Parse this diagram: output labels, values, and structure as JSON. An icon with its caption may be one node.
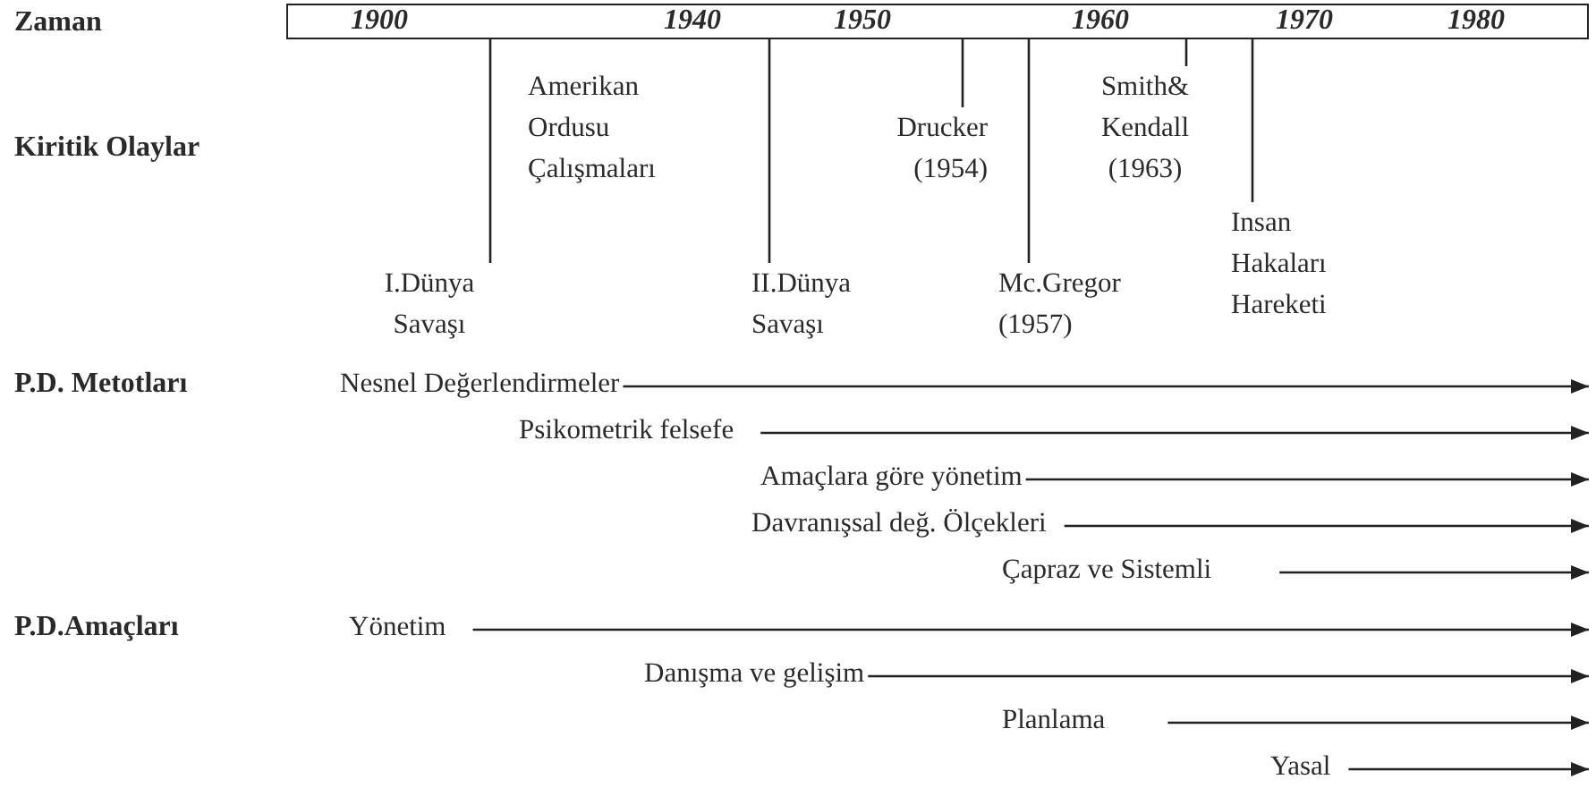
{
  "diagram": {
    "nodes": [
      {
        "text": [
          "1900",
          "1940",
          "1950",
          "1960",
          "1970",
          "1980"
        ]
      },
      {
        "text": [
          "Amerikan Ordusu Çalışmaları"
        ]
      },
      {
        "text": [
          "Drucker (1954)"
        ]
      },
      {
        "text": [
          "Smith& Kendall (1963)"
        ]
      },
      {
        "text": [
          "Insan Hakaları Hareketi"
        ]
      },
      {
        "text": [
          "I.Dünya Savaşı"
        ]
      },
      {
        "text": [
          "II.Dünya Savaşı"
        ]
      },
      {
        "text": [
          "Mc.Gregor (1957)"
        ]
      },
      {
        "text": [
          "Nesnel Değerlendirmeler"
        ]
      },
      {
        "text": [
          "Psikometrik felsefe"
        ]
      },
      {
        "text": [
          "Amaçlara göre yönetim"
        ]
      },
      {
        "text": [
          "Davranışsal değ. Ölçekleri"
        ]
      },
      {
        "text": [
          "Çapraz ve Sistemli"
        ]
      },
      {
        "text": [
          "Yönetim"
        ]
      },
      {
        "text": [
          "Danışma ve gelişim"
        ]
      },
      {
        "text": [
          "Planlama"
        ]
      },
      {
        "text": [
          "Yasal"
        ]
      }
    ],
    "edges": [
      {
        "from": 0,
        "to": 5,
        "arrow": "none"
      },
      {
        "from": 0,
        "to": 6,
        "arrow": "none"
      },
      {
        "from": 0,
        "to": 2,
        "arrow": "none"
      },
      {
        "from": 0,
        "to": 7,
        "arrow": "none"
      },
      {
        "from": 0,
        "to": 3,
        "arrow": "none"
      },
      {
        "from": 0,
        "to": 4,
        "arrow": "none"
      },
      {
        "from": 8,
        "to": null,
        "arrow": "to"
      },
      {
        "from": 9,
        "to": null,
        "arrow": "to"
      },
      {
        "from": 10,
        "to": null,
        "arrow": "to"
      },
      {
        "from": 11,
        "to": null,
        "arrow": "to"
      },
      {
        "from": 12,
        "to": null,
        "arrow": "to"
      },
      {
        "from": 13,
        "to": null,
        "arrow": "to"
      },
      {
        "from": 14,
        "to": null,
        "arrow": "to"
      },
      {
        "from": 15,
        "to": null,
        "arrow": "to"
      },
      {
        "from": 16,
        "to": null,
        "arrow": "to"
      }
    ],
    "labels": [
      "Zaman",
      "Kiritik Olaylar",
      "P.D. Metotları",
      "P.D.Amaçları"
    ]
  }
}
